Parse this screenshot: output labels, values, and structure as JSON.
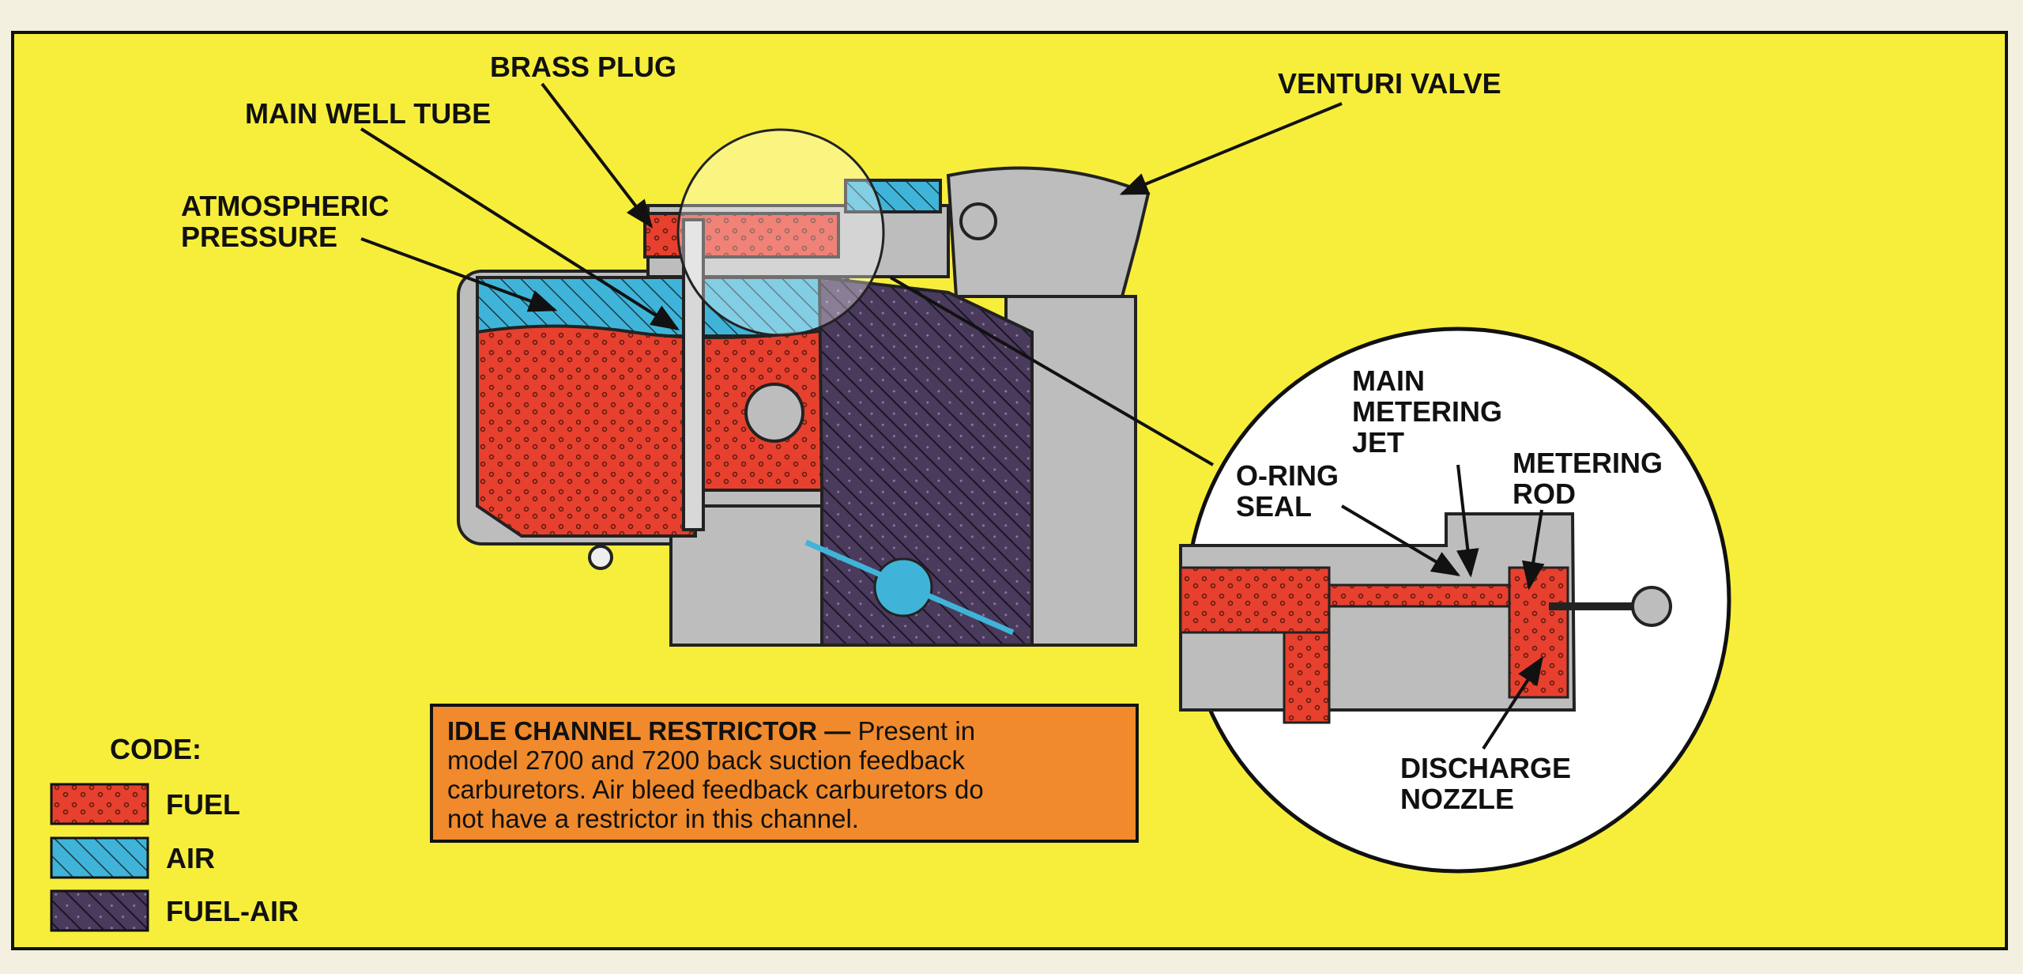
{
  "labels": {
    "brass_plug": "BRASS PLUG",
    "main_well_tube": "MAIN WELL TUBE",
    "atmospheric_1": "ATMOSPHERIC",
    "atmospheric_2": "PRESSURE",
    "venturi_valve": "VENTURI VALVE",
    "main_metering_1": "MAIN",
    "main_metering_2": "METERING",
    "main_metering_3": "JET",
    "oring_1": "O-RING",
    "oring_2": "SEAL",
    "metering_rod_1": "METERING",
    "metering_rod_2": "ROD",
    "discharge_1": "DISCHARGE",
    "discharge_2": "NOZZLE"
  },
  "note": {
    "title": "IDLE CHANNEL RESTRICTOR —",
    "line1": "Present in",
    "line2": "model 2700 and 7200 back suction feedback",
    "line3": "carburetors. Air bleed feedback carburetors do",
    "line4": "not have a restrictor in this channel."
  },
  "legend": {
    "title": "CODE:",
    "items": [
      {
        "label": "FUEL",
        "color": "#e8402e"
      },
      {
        "label": "AIR",
        "color": "#3fb4d8"
      },
      {
        "label": "FUEL-AIR",
        "color": "#4a3a5c"
      }
    ]
  },
  "colors": {
    "background": "#f7ee3c",
    "body": "#bdbdbd"
  }
}
